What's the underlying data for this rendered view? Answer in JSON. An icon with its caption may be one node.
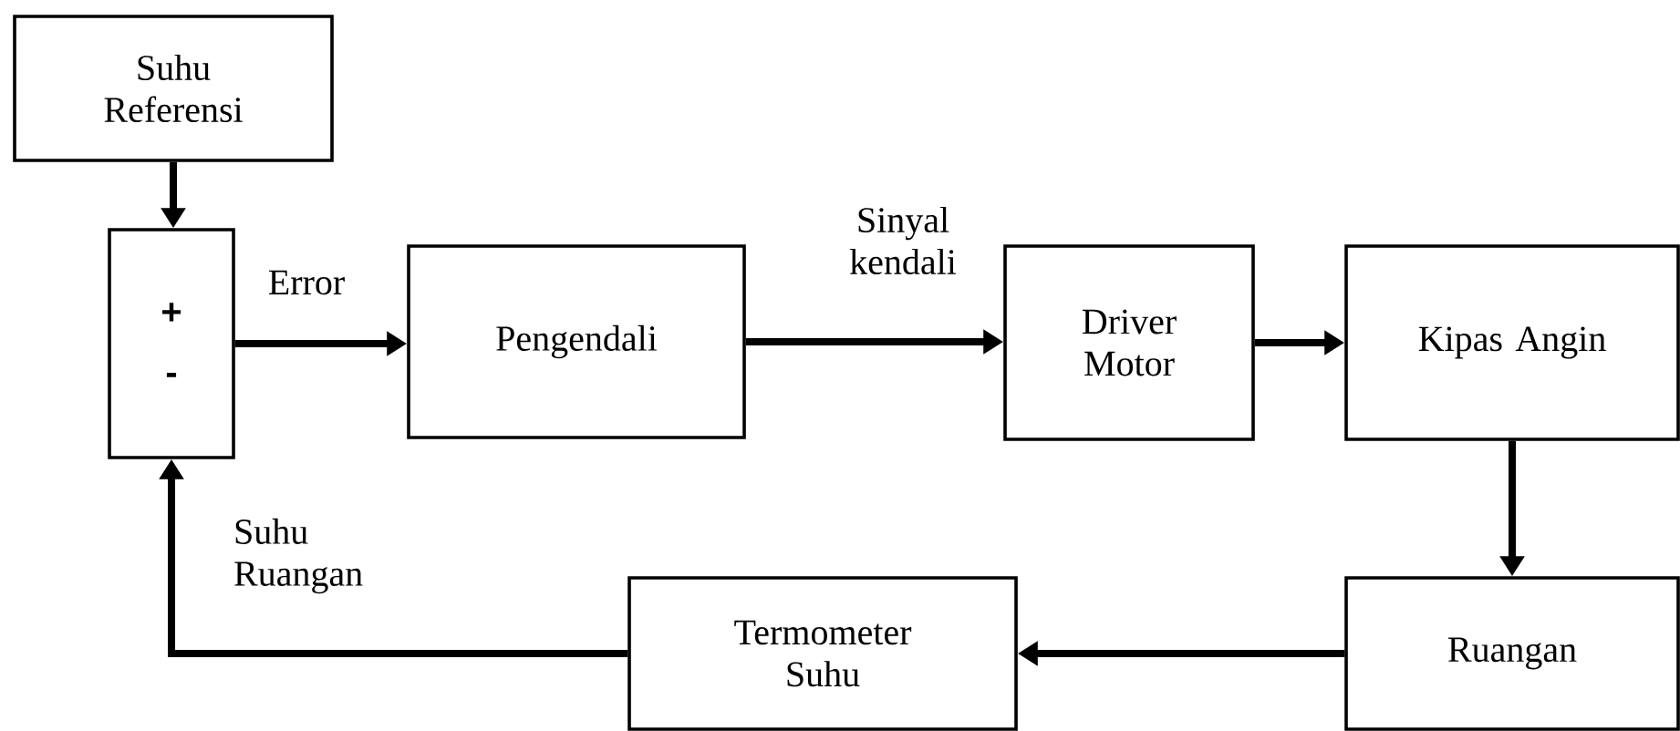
{
  "diagram": {
    "nodes": [
      {
        "text": [
          "Suhu Referensi"
        ]
      },
      {
        "text": [
          "+",
          "-"
        ]
      },
      {
        "text": [
          "Pengendali"
        ]
      },
      {
        "text": [
          "Driver Motor"
        ]
      },
      {
        "text": [
          "Kipas Angin"
        ]
      },
      {
        "text": [
          "Ruangan"
        ]
      },
      {
        "text": [
          "Termometer Suhu"
        ]
      }
    ],
    "edges": [
      {
        "from": 0,
        "to": 1,
        "arrow": "to"
      },
      {
        "from": 1,
        "to": 2,
        "arrow": "to",
        "label": "Error"
      },
      {
        "from": 2,
        "to": 3,
        "arrow": "to",
        "label": "Sinyal kendali"
      },
      {
        "from": 3,
        "to": 4,
        "arrow": "to"
      },
      {
        "from": 4,
        "to": 5,
        "arrow": "to"
      },
      {
        "from": 5,
        "to": 6,
        "arrow": "to"
      },
      {
        "from": 6,
        "to": 1,
        "arrow": "to",
        "label": "Suhu Ruangan"
      }
    ]
  }
}
